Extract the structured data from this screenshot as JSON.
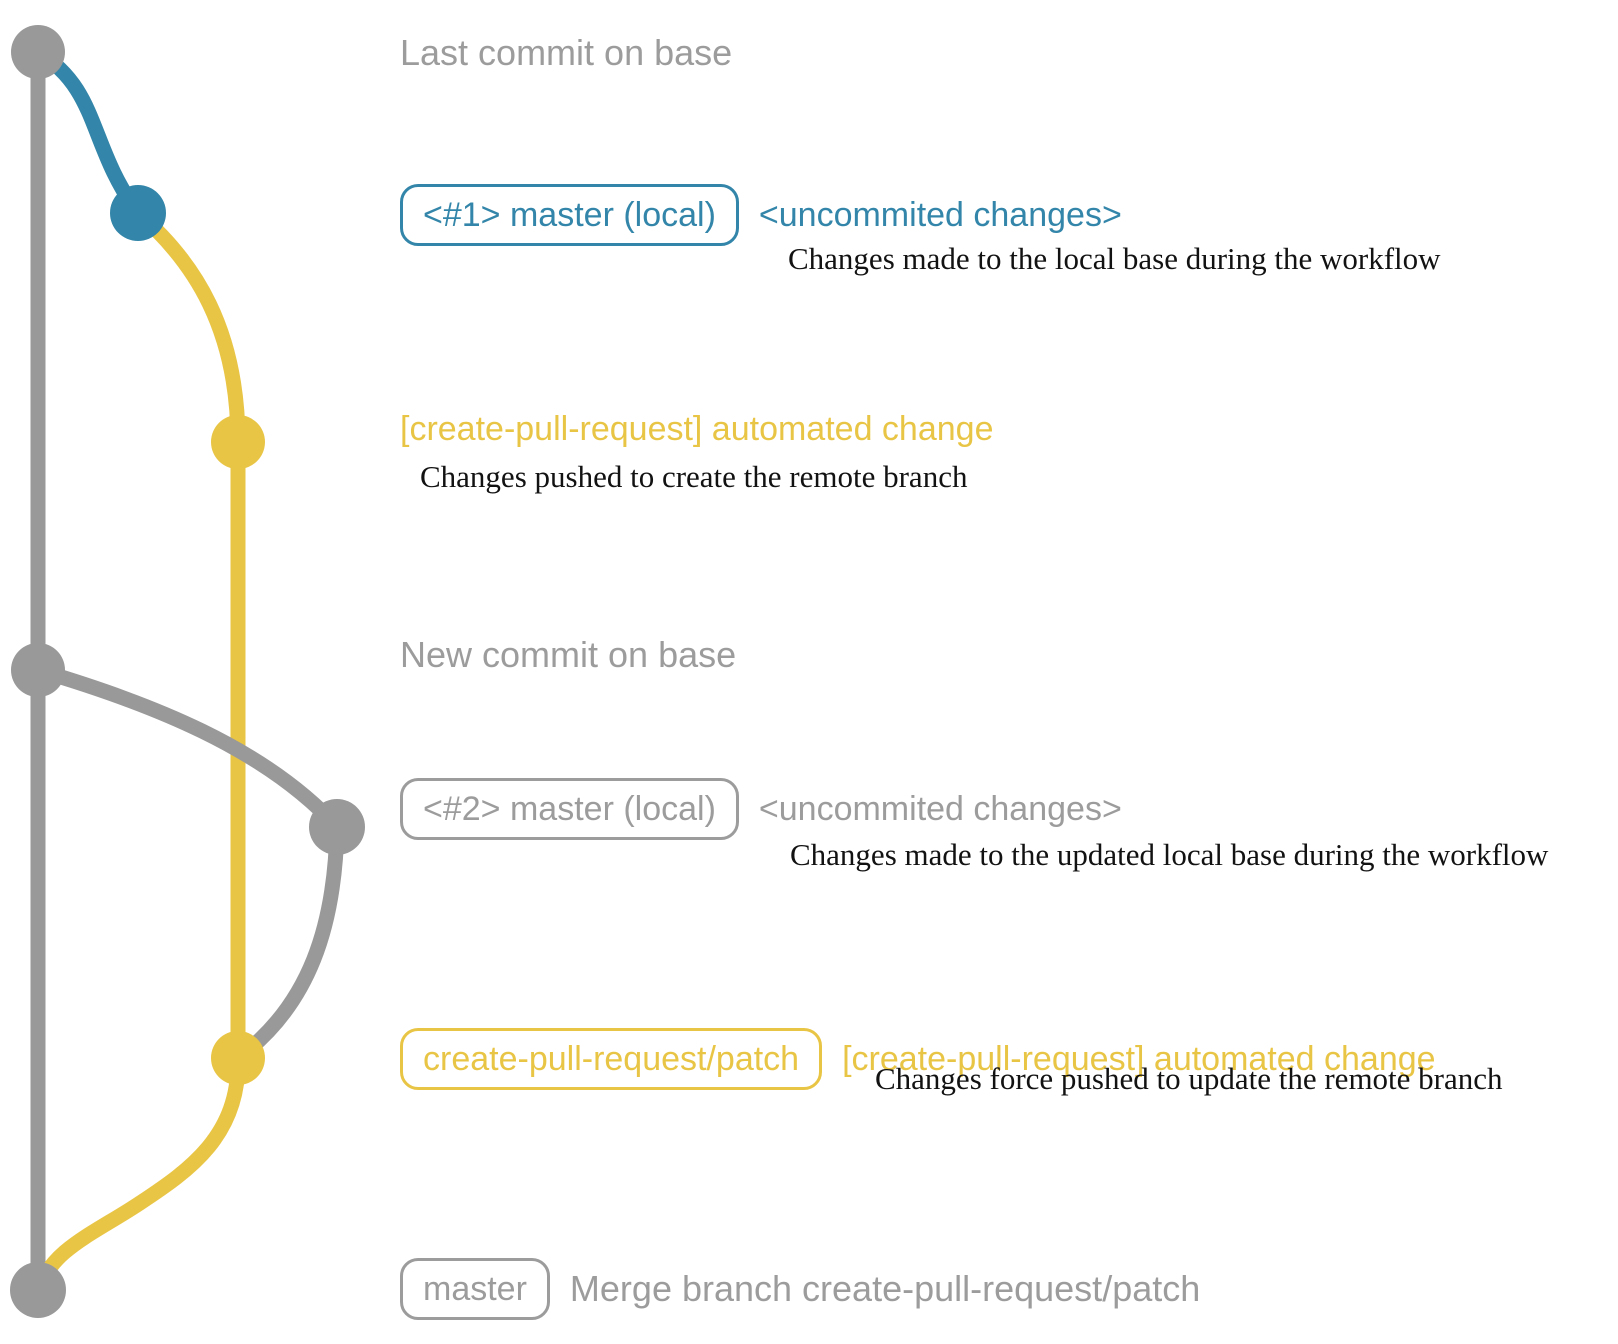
{
  "colors": {
    "gray": "#999999",
    "gray_text": "#9c9c9c",
    "blue": "#3386a9",
    "yellow": "#e9c546",
    "caption": "#121212"
  },
  "rows": {
    "last_commit": {
      "label": "Last commit on base"
    },
    "local1": {
      "badge": "<#1> master (local)",
      "title": "<uncommited changes>",
      "caption": "Changes made to the local base during the workflow"
    },
    "push1": {
      "title": "[create-pull-request] automated change",
      "caption": "Changes pushed to create the remote branch"
    },
    "new_commit": {
      "label": "New commit on base"
    },
    "local2": {
      "badge": "<#2> master (local)",
      "title": "<uncommited changes>",
      "caption": "Changes made to the updated local base during the workflow"
    },
    "push2": {
      "badge": "create-pull-request/patch",
      "title": "[create-pull-request] automated change",
      "caption": "Changes force pushed to update the remote branch"
    },
    "merge": {
      "badge": "master",
      "label": "Merge branch create-pull-request/patch"
    }
  }
}
